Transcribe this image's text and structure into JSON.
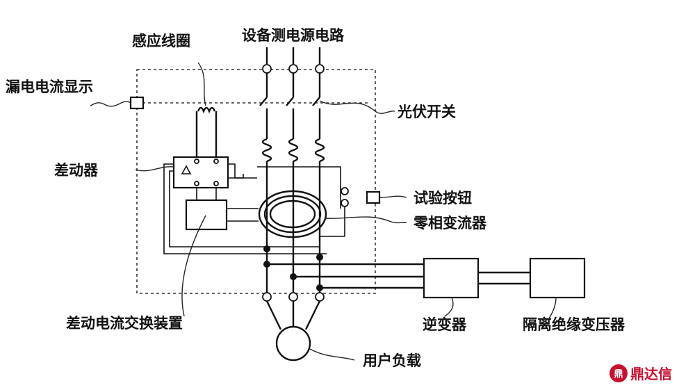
{
  "labels": {
    "leakage_display": "漏电电流显示",
    "induction_coil": "感应线圈",
    "source_circuit": "设备测电源电路",
    "pv_switch": "光伏开关",
    "differential": "差动器",
    "test_button": "试验按钮",
    "zero_ct": "零相变流器",
    "diff_converter": "差动电流交换装置",
    "inverter": "逆变器",
    "isolation_transformer": "隔离绝缘变压器",
    "user_load": "用户负载"
  },
  "watermark": {
    "logo": "鼎",
    "text": "鼎达信"
  },
  "colors": {
    "line": "#111111",
    "watermark": "#c8102e"
  }
}
